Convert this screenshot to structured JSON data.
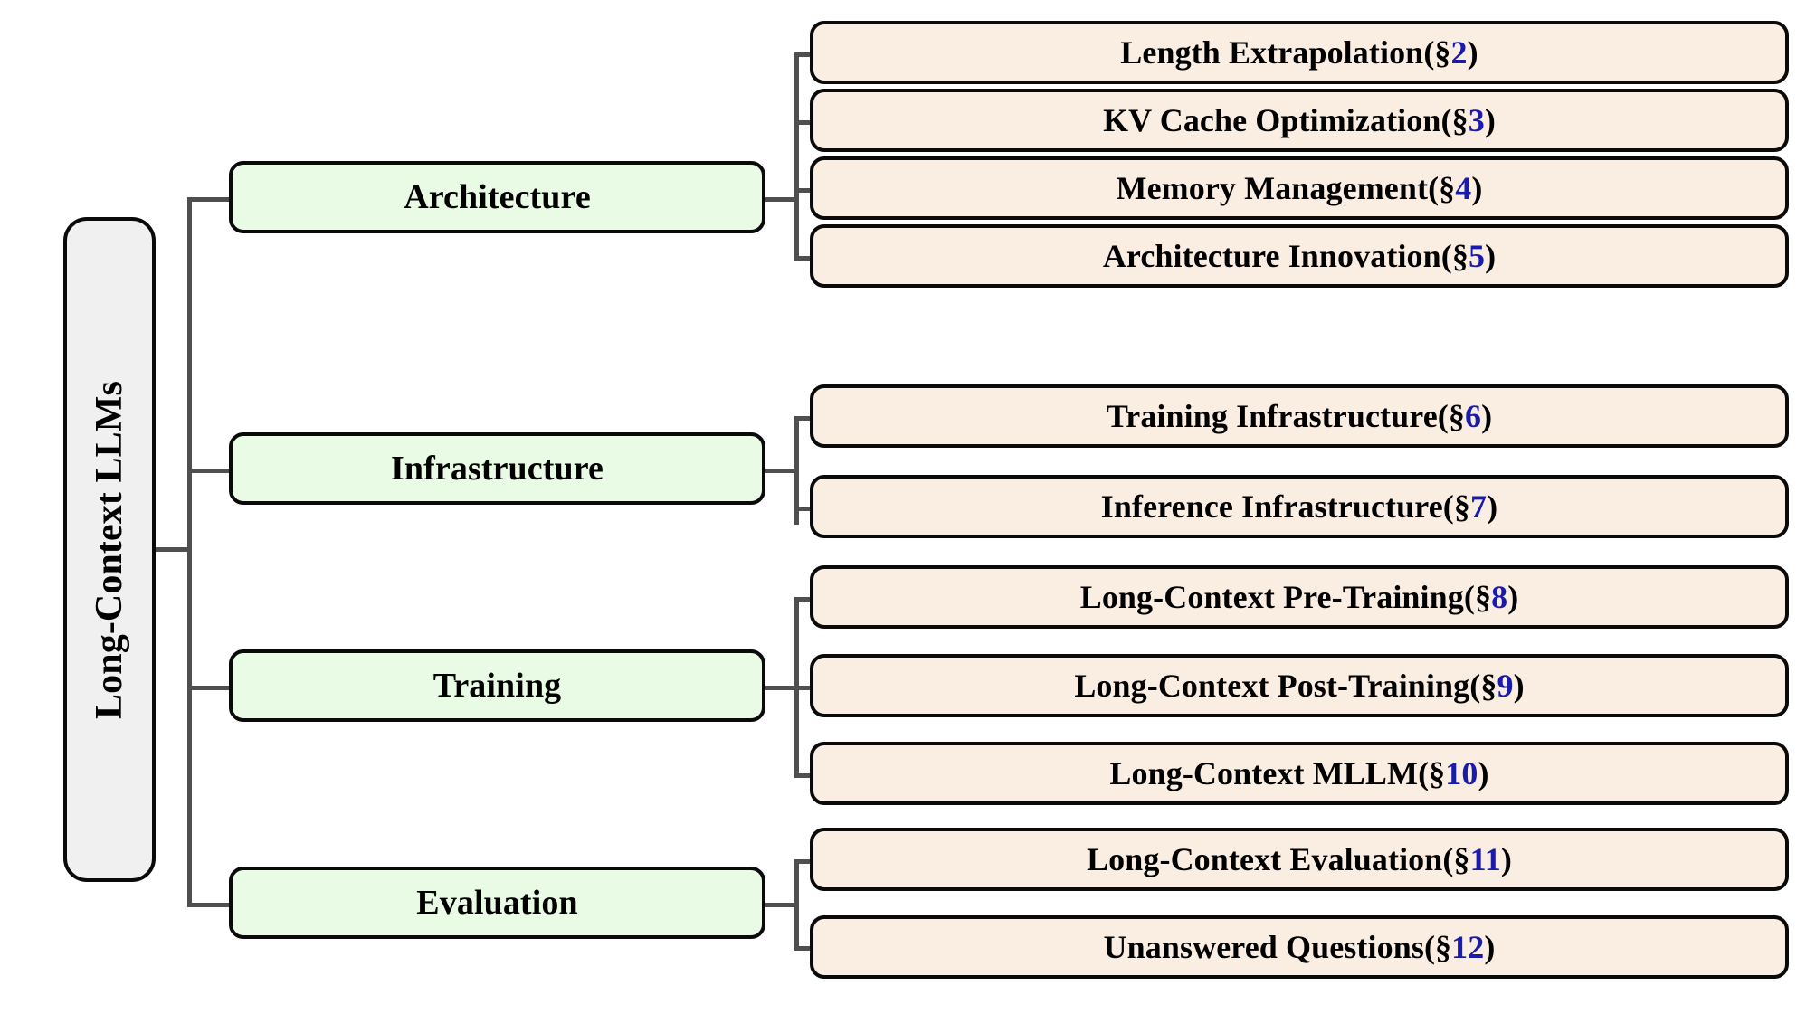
{
  "diagram": {
    "type": "taxonomy-tree",
    "title": "Long-Context LLMs survey taxonomy",
    "root": {
      "label": "Long-Context LLMs",
      "orientation": "vertical"
    },
    "colors": {
      "root_fill": "#f0f0f0",
      "category_fill": "#e9fbe4",
      "leaf_fill": "#faeee3",
      "border": "#0a0a0a",
      "connector": "#4f4f4f",
      "section_number": "#1b1bab",
      "background": "#ffffff"
    },
    "categories": [
      {
        "label": "Architecture"
      },
      {
        "label": "Infrastructure"
      },
      {
        "label": "Training"
      },
      {
        "label": "Evaluation"
      }
    ],
    "leaves": [
      {
        "label": "Length Extrapolation",
        "section": "2",
        "section_prefix": "(§",
        "section_suffix": ")",
        "parent": "Architecture"
      },
      {
        "label": "KV Cache Optimization",
        "section": "3",
        "section_prefix": "(§",
        "section_suffix": ")",
        "parent": "Architecture"
      },
      {
        "label": "Memory Management",
        "section": "4",
        "section_prefix": "(§",
        "section_suffix": ")",
        "parent": "Architecture"
      },
      {
        "label": "Architecture Innovation",
        "section": "5",
        "section_prefix": "(§",
        "section_suffix": ")",
        "parent": "Architecture"
      },
      {
        "label": "Training Infrastructure",
        "section": "6",
        "section_prefix": "(§",
        "section_suffix": ")",
        "parent": "Infrastructure"
      },
      {
        "label": "Inference Infrastructure",
        "section": "7",
        "section_prefix": "(§",
        "section_suffix": ")",
        "parent": "Infrastructure"
      },
      {
        "label": "Long-Context Pre-Training",
        "section": "8",
        "section_prefix": "(§",
        "section_suffix": ")",
        "parent": "Training"
      },
      {
        "label": "Long-Context Post-Training",
        "section": "9",
        "section_prefix": "(§",
        "section_suffix": ")",
        "parent": "Training"
      },
      {
        "label": "Long-Context MLLM",
        "section": "10",
        "section_prefix": "(§",
        "section_suffix": ")",
        "parent": "Training"
      },
      {
        "label": "Long-Context Evaluation",
        "section": "11",
        "section_prefix": "(§",
        "section_suffix": ")",
        "parent": "Evaluation"
      },
      {
        "label": "Unanswered Questions",
        "section": "12",
        "section_prefix": "(§",
        "section_suffix": ")",
        "parent": "Evaluation"
      }
    ],
    "extra_leaf": {
      "label": "Long-Context Evaluation",
      "section": "11"
    }
  }
}
